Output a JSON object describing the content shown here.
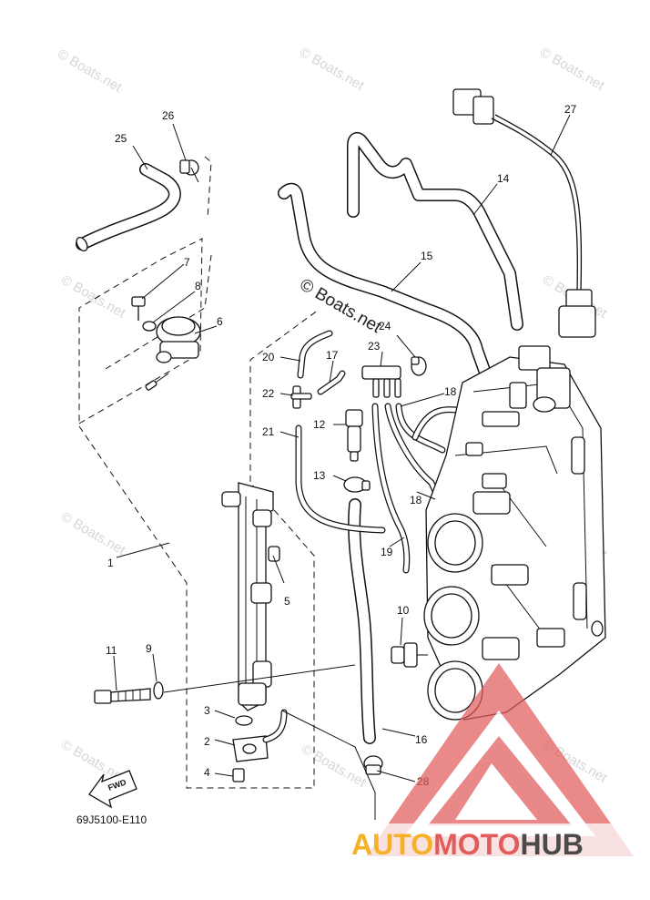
{
  "watermark": {
    "text": "© Boats.net",
    "center_text": "© Boats.net"
  },
  "diagram": {
    "code": "69J5100-E110",
    "fwd_label": "FWD",
    "parts": [
      {
        "id": "1",
        "label": "1"
      },
      {
        "id": "2",
        "label": "2"
      },
      {
        "id": "3",
        "label": "3"
      },
      {
        "id": "4",
        "label": "4"
      },
      {
        "id": "5",
        "label": "5"
      },
      {
        "id": "6",
        "label": "6"
      },
      {
        "id": "7",
        "label": "7"
      },
      {
        "id": "8",
        "label": "8"
      },
      {
        "id": "9",
        "label": "9"
      },
      {
        "id": "10",
        "label": "10"
      },
      {
        "id": "11",
        "label": "11"
      },
      {
        "id": "12",
        "label": "12"
      },
      {
        "id": "13",
        "label": "13"
      },
      {
        "id": "14",
        "label": "14"
      },
      {
        "id": "15",
        "label": "15"
      },
      {
        "id": "16",
        "label": "16"
      },
      {
        "id": "17",
        "label": "17"
      },
      {
        "id": "18a",
        "label": "18"
      },
      {
        "id": "18b",
        "label": "18"
      },
      {
        "id": "19",
        "label": "19"
      },
      {
        "id": "20",
        "label": "20"
      },
      {
        "id": "21",
        "label": "21"
      },
      {
        "id": "22",
        "label": "22"
      },
      {
        "id": "23",
        "label": "23"
      },
      {
        "id": "24",
        "label": "24"
      },
      {
        "id": "25",
        "label": "25"
      },
      {
        "id": "26",
        "label": "26"
      },
      {
        "id": "27",
        "label": "27"
      },
      {
        "id": "28",
        "label": "28"
      }
    ]
  },
  "brand": {
    "part1": "AUTO",
    "part2": "MOTO",
    "part3": "HUB",
    "logo_colors": {
      "red": "#e25c5c",
      "yellow": "#f5b227",
      "gray": "#4a4a4a"
    }
  }
}
